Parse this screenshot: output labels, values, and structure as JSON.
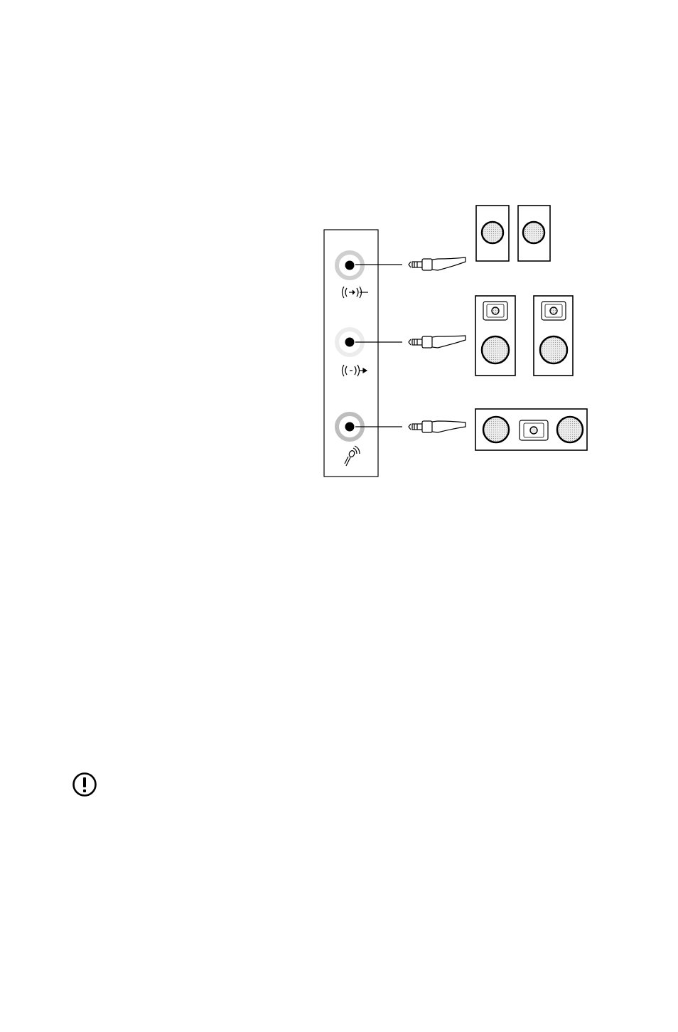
{
  "diagram": {
    "jacks": [
      {
        "name": "line-out",
        "icon": "line-out-icon",
        "ring_color": "#cfcfcf"
      },
      {
        "name": "line-in",
        "icon": "line-in-icon",
        "ring_color": "#ececec"
      },
      {
        "name": "microphone",
        "icon": "microphone-icon",
        "ring_color": "#bdbdbd"
      }
    ],
    "devices": [
      {
        "name": "two-small-speakers",
        "icon": "speaker-pair-icon"
      },
      {
        "name": "two-tweeter-speakers",
        "icon": "speaker-pair-with-tweeters-icon"
      },
      {
        "name": "center-speaker-bar",
        "icon": "center-speaker-icon"
      }
    ],
    "colors": {
      "stroke": "#000000",
      "grille": "#e3e3e3",
      "background": "#ffffff"
    }
  },
  "notice": {
    "icon": "attention-icon"
  }
}
